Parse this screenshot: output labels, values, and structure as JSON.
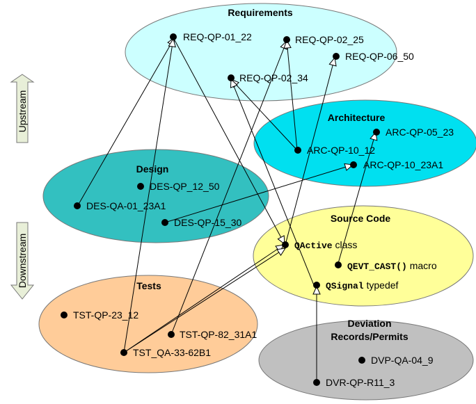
{
  "side_arrows": {
    "upstream": "Upstream",
    "downstream": "Downstream"
  },
  "groups": {
    "requirements": {
      "title": "Requirements",
      "items": [
        "REQ-QP-01_22",
        "REQ-QP-02_25",
        "REQ-QP-06_50",
        "REQ-QP-02_34"
      ]
    },
    "architecture": {
      "title": "Architecture",
      "items": [
        "ARC-QP-05_23",
        "ARC-QP-10_12",
        "ARC-QP-10_23A1"
      ]
    },
    "design": {
      "title": "Design",
      "items": [
        "DES-QP_12_50",
        "DES-QA-01_23A1",
        "DES-QP-15_30"
      ]
    },
    "source_code": {
      "title": "Source Code",
      "items": [
        {
          "code": "QActive",
          "text": " class"
        },
        {
          "code": "QEVT_CAST()",
          "text": " macro"
        },
        {
          "code": "QSignal",
          "text": " typedef"
        }
      ]
    },
    "tests": {
      "title": "Tests",
      "items": [
        "TST-QP-23_12",
        "TST-QP-82_31A1",
        "TST_QA-33-62B1"
      ]
    },
    "deviation": {
      "title_line1": "Deviation",
      "title_line2": "Records/Permits",
      "items": [
        "DVP-QA-04_9",
        "DVR-QP-R11_3"
      ]
    }
  },
  "colors": {
    "requirements": "#ccffff",
    "architecture": "#00e0f0",
    "design": "#33c0c0",
    "source_code": "#ffff99",
    "tests": "#ffcc99",
    "deviation": "#c0c0c0",
    "side_arrow": "#e8efd8"
  }
}
